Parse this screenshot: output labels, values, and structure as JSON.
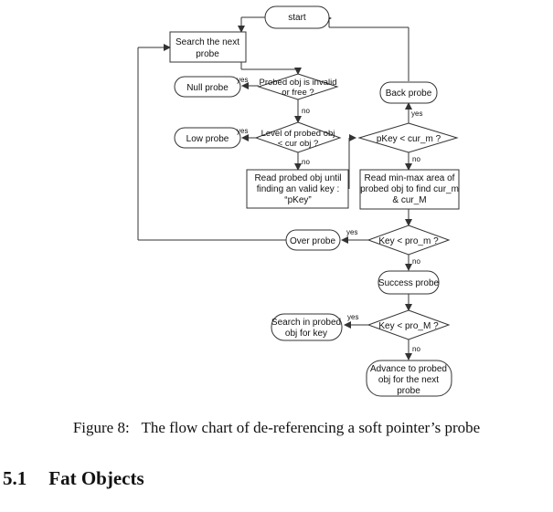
{
  "flowchart": {
    "nodes": {
      "start": "start",
      "search_next": [
        "Search the next",
        "probe"
      ],
      "null_probe": "Null probe",
      "invalid_check": [
        "Probed obj is invalid",
        "or free ?"
      ],
      "back_probe": "Back probe",
      "low_probe": "Low probe",
      "level_check": [
        "Level of probed obj",
        "< cur obj ?"
      ],
      "pkey_check": "pKey < cur_m ?",
      "read_key": [
        "Read probed obj until",
        "finding an valid key :",
        "“pKey”"
      ],
      "read_minmax": [
        "Read min-max area of",
        "probed obj to find cur_m",
        "& cur_M"
      ],
      "over_probe": "Over probe",
      "key_pro_m": "Key < pro_m ?",
      "success_probe": "Success probe",
      "search_in": [
        "Search in probed",
        "obj for key"
      ],
      "key_pro_M": "Key < pro_M ?",
      "advance": [
        "Advance to probed",
        "obj for  the next",
        "probe"
      ]
    },
    "edge_labels": {
      "yes": "yes",
      "no": "no"
    }
  },
  "caption": {
    "label": "Figure 8:",
    "text": "The flow chart of de-referencing a soft pointer’s probe"
  },
  "section": {
    "number": "5.1",
    "title": "Fat Objects"
  },
  "colors": {
    "stroke": "#333333",
    "fill": "#ffffff",
    "text": "#111111"
  }
}
